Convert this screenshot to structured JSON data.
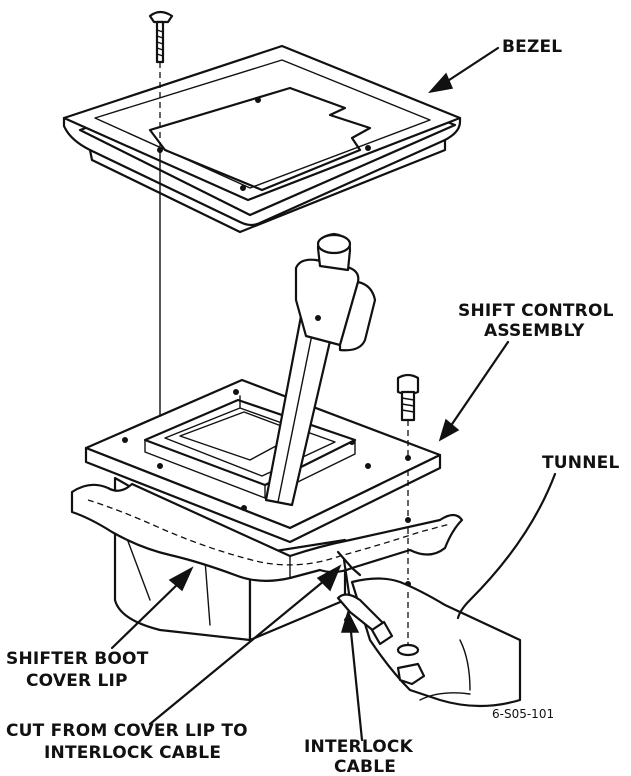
{
  "labels": {
    "bezel": "BEZEL",
    "shift_control_line1": "SHIFT CONTROL",
    "shift_control_line2": "ASSEMBLY",
    "tunnel": "TUNNEL",
    "shifter_boot_line1": "SHIFTER BOOT",
    "shifter_boot_line2": "COVER LIP",
    "cut_line1": "CUT FROM COVER LIP TO",
    "cut_line2": "INTERLOCK CABLE",
    "interlock_line1": "INTERLOCK",
    "interlock_line2": "CABLE",
    "figure_code": "6-S05-101"
  }
}
